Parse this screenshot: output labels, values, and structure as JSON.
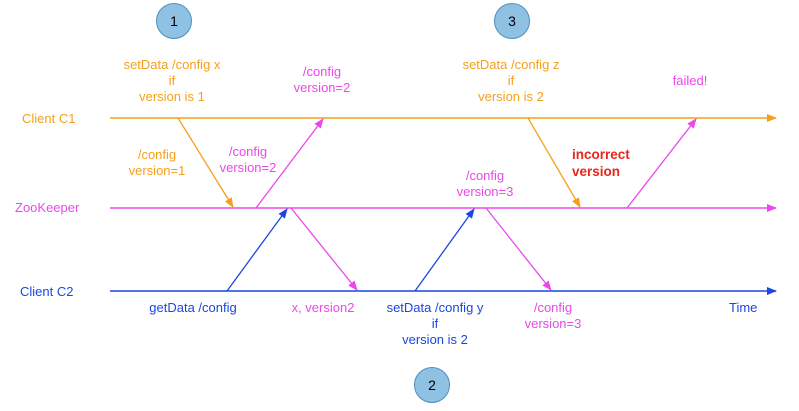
{
  "colors": {
    "client_c1": "#f5a01c",
    "zookeeper": "#ea48ea",
    "client_c2": "#1a47e0",
    "error": "#e8261b",
    "step_fill": "#8fc1e3",
    "step_border": "#4d8fc1"
  },
  "steps": [
    "1",
    "2",
    "3"
  ],
  "lanes": {
    "client_c1": "Client C1",
    "zookeeper": "ZooKeeper",
    "client_c2": "Client C2",
    "time": "Time"
  },
  "messages": {
    "setdata_x": [
      "setData /config x",
      "if",
      "version is 1"
    ],
    "config_v1": [
      "/config",
      "version=1"
    ],
    "config_v2_reply_a": [
      "/config",
      "version=2"
    ],
    "config_v2_reply_b": [
      "/config",
      "version=2"
    ],
    "getdata": "getData /config",
    "x_version2": "x, version2",
    "setdata_y": [
      "setData /config y",
      "if",
      "version is 2"
    ],
    "config_v3_top": [
      "/config",
      "version=3"
    ],
    "config_v3_bottom": [
      "/config",
      "version=3"
    ],
    "setdata_z": [
      "setData /config z",
      "if",
      "version is 2"
    ],
    "incorrect_version": [
      "incorrect",
      "version"
    ],
    "failed": "failed!"
  }
}
